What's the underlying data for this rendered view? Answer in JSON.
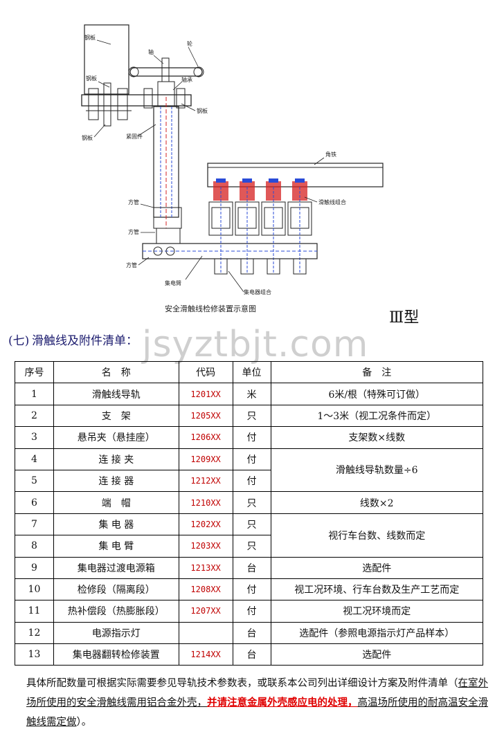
{
  "diagram": {
    "caption": "安全滑触线检修装置示意图",
    "labels": {
      "steel_plate_top": "钢板",
      "steel_plate_mid": "钢板",
      "steel_plate_bottom": "钢板",
      "steel_plate_right": "钢板",
      "axle": "轴",
      "wheel": "轮",
      "bearing": "轴承",
      "fastener": "紧固件",
      "angle_iron": "角铁",
      "rail_assembly": "滑触线组合",
      "square_tube_1": "方管",
      "square_tube_2": "方管",
      "square_tube_3": "方管",
      "collector_arm": "集电臂",
      "collector_assembly": "集电器组合"
    }
  },
  "model_label": "Ⅲ型",
  "section": {
    "number": "(七)",
    "title": "滑触线及附件清单："
  },
  "watermark": "jsyztbjt.com",
  "table": {
    "headers": [
      "序号",
      "名　称",
      "代码",
      "单位",
      "备　注"
    ],
    "rows": [
      {
        "no": "1",
        "name": "滑触线导轨",
        "code": "1201XX",
        "unit": "米",
        "note": "6米/根（特殊可订做）"
      },
      {
        "no": "2",
        "name": "支　架",
        "code": "1205XX",
        "unit": "只",
        "note": "1～3米（视工况条件而定）"
      },
      {
        "no": "3",
        "name": "悬吊夹（悬挂座）",
        "code": "1206XX",
        "unit": "付",
        "note": "支架数×线数"
      },
      {
        "no": "4",
        "name": "连 接 夹",
        "code": "1209XX",
        "unit": "付",
        "note": "滑触线导轨数量÷6"
      },
      {
        "no": "5",
        "name": "连 接 器",
        "code": "1212XX",
        "unit": "付",
        "note": ""
      },
      {
        "no": "6",
        "name": "端　帽",
        "code": "1210XX",
        "unit": "只",
        "note": "线数×2"
      },
      {
        "no": "7",
        "name": "集 电 器",
        "code": "1202XX",
        "unit": "只",
        "note": "视行车台数、线数而定"
      },
      {
        "no": "8",
        "name": "集 电 臂",
        "code": "1203XX",
        "unit": "只",
        "note": ""
      },
      {
        "no": "9",
        "name": "集电器过渡电源箱",
        "code": "1213XX",
        "unit": "台",
        "note": "选配件"
      },
      {
        "no": "10",
        "name": "检修段（隔离段）",
        "code": "1208XX",
        "unit": "付",
        "note": "视工况环境、行车台数及生产工艺而定"
      },
      {
        "no": "11",
        "name": "热补偿段（热膨胀段）",
        "code": "1207XX",
        "unit": "付",
        "note": "视工况环境而定"
      },
      {
        "no": "12",
        "name": "电源指示灯",
        "code": "",
        "unit": "台",
        "note": "选配件（参照电源指示灯产品样本）"
      },
      {
        "no": "13",
        "name": "集电器翻转检修装置",
        "code": "1214XX",
        "unit": "台",
        "note": "选配件"
      }
    ]
  },
  "footer": {
    "text1": "具体所配数量可根据实际需要参见导轨技术参数表，或联系本公司列出详细设计方案及附件清单（",
    "underlined1": "在室外场所使用的安全滑触线需用铝合金外壳，",
    "red": "并请注意金属外壳感应电的处理，",
    "underlined2": "高温场所使用的耐高温安全滑触线需定做",
    "text2": "）。"
  },
  "colors": {
    "code_red": "#c00000",
    "warning_red": "#e00000",
    "title_blue": "#1b1b6e",
    "drawing_blue": "#2a4bd7",
    "drawing_red": "#d62020"
  }
}
